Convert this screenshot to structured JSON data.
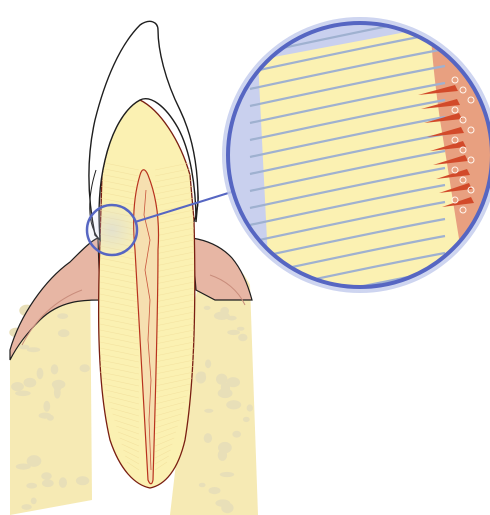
{
  "diagram": {
    "colors": {
      "background": "#ffffff",
      "enamel": "#ffffff",
      "dentin": "#fbf1b2",
      "dentin_light": "#fdf6c8",
      "pulp_outline": "#b8321e",
      "pulp_fill": "#f6dfb0",
      "gum": "#e7b6a4",
      "gum_edge": "#c98d7c",
      "bone": "#f6eab4",
      "bone_pores": "#e8dfb8",
      "outline": "#1e1e1e",
      "tubule_lines": "#9fb1d0",
      "magnifier_ring": "#5666c2",
      "magnifier_glow": "#c7cfee",
      "odontoblast": "#d24a2a",
      "odontoblast_layer": "#e8a080"
    },
    "structures": [
      "enamel-crown",
      "dentin",
      "pulp-canal",
      "gingiva",
      "alveolar-bone",
      "magnified-dentinal-tubules"
    ]
  }
}
